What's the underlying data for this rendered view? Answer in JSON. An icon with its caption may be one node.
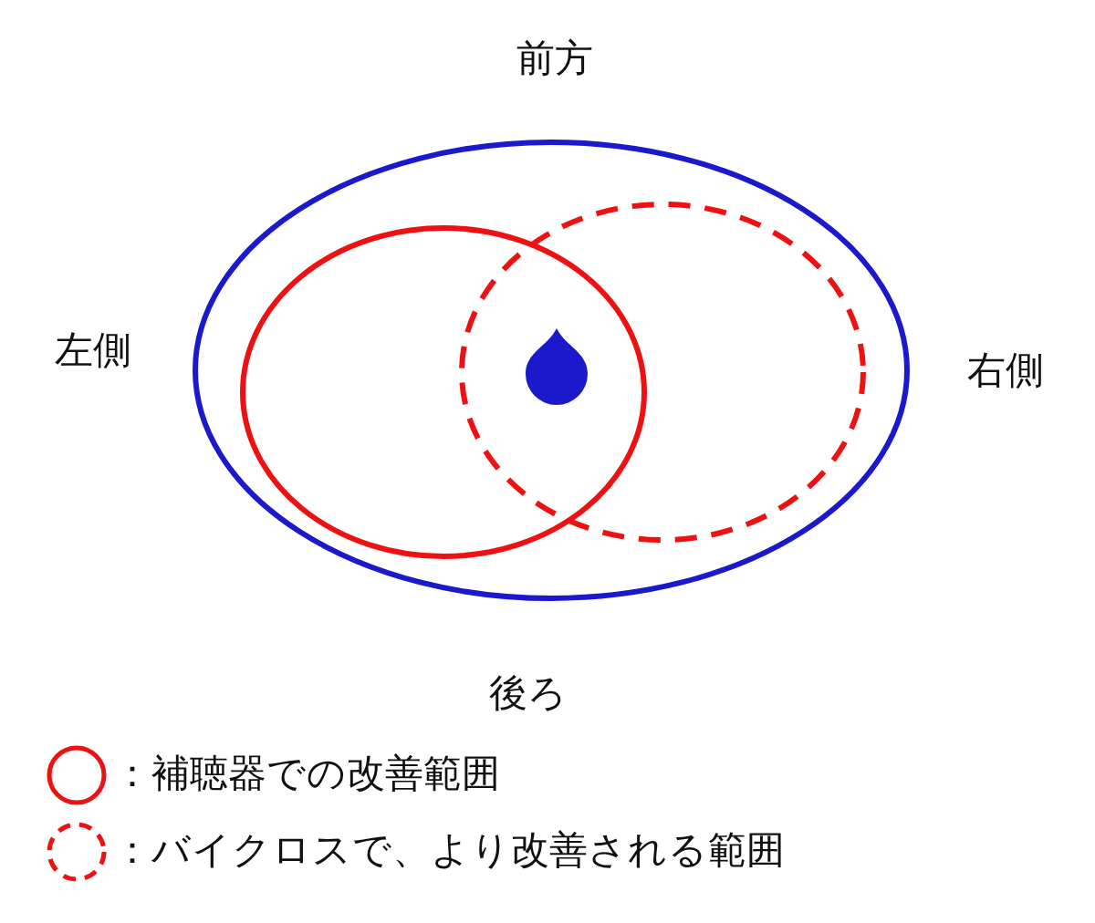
{
  "diagram": {
    "labels": [
      "前方",
      "左側",
      "右側",
      "後ろ"
    ],
    "legend": [
      {
        "text": "：補聴器での改善範囲"
      },
      {
        "text": "：バイクロスで、より改善される範囲"
      }
    ]
  }
}
